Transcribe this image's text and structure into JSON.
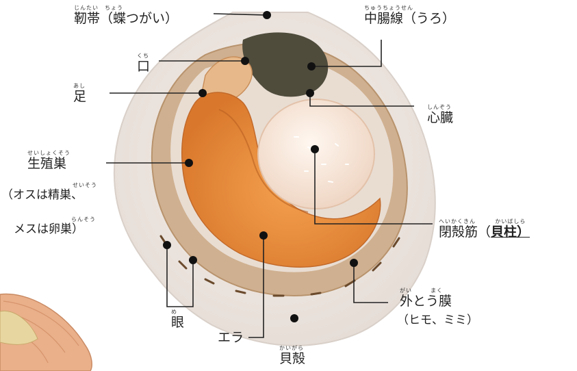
{
  "labels": {
    "jintai": {
      "ruby": "じんたい　ちょう",
      "text": "靭帯（蝶つがい）"
    },
    "chuchosen": {
      "ruby": "ちゅうちょうせん",
      "text": "中腸線（うろ）"
    },
    "kuchi": {
      "ruby": "くち",
      "text": "口"
    },
    "ashi": {
      "ruby": "あし",
      "text": "足"
    },
    "shinzo": {
      "ruby": "しんぞう",
      "text": "心臓"
    },
    "seishokuso": {
      "ruby": "せいしょくそう",
      "text": "生殖巣"
    },
    "osu_note": {
      "ruby": "せいそう",
      "text": "（オスは精巣、"
    },
    "mesu_note": {
      "ruby": "らんそう",
      "text": "メスは卵巣）"
    },
    "heikakukin": {
      "ruby": "へいかくきん",
      "text": "閉殻筋（"
    },
    "kaibashira": {
      "ruby": "かいばしら",
      "text": "貝柱）"
    },
    "gaitomaku": {
      "ruby": "がい　　　まく",
      "text": "外とう膜"
    },
    "himo_note": {
      "ruby": "",
      "text": "（ヒモ、ミミ）"
    },
    "me": {
      "ruby": "め",
      "text": "眼"
    },
    "era": {
      "ruby": "",
      "text": "エラ"
    },
    "kaigara": {
      "ruby": "かいがら",
      "text": "貝殻"
    }
  },
  "colors": {
    "shell_outer": "#f3eeea",
    "mantle": "#c9a27a",
    "gonad": "#e9913f",
    "adductor": "#f7e2d4",
    "midgut": "#4a4a3a",
    "line": "#222222"
  }
}
